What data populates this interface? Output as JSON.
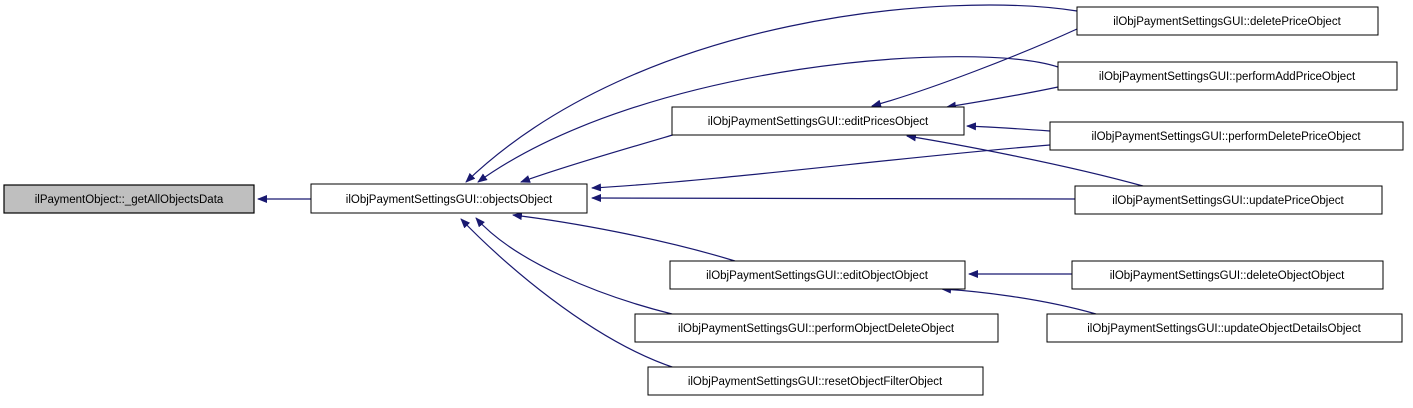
{
  "graph": {
    "type": "caller-graph",
    "colors": {
      "background": "#ffffff",
      "edge": "#191970",
      "node_border": "#000000",
      "node_fill": "#ffffff",
      "current_node_fill": "#bfbfbf"
    },
    "nodes": [
      {
        "id": "getAllObjectsData",
        "label": "ilPaymentObject::_getAllObjectsData",
        "current": true
      },
      {
        "id": "objectsObject",
        "label": "ilObjPaymentSettingsGUI::objectsObject",
        "current": false
      },
      {
        "id": "editPricesObject",
        "label": "ilObjPaymentSettingsGUI::editPricesObject",
        "current": false
      },
      {
        "id": "editObjectObject",
        "label": "ilObjPaymentSettingsGUI::editObjectObject",
        "current": false
      },
      {
        "id": "deletePriceObject",
        "label": "ilObjPaymentSettingsGUI::deletePriceObject",
        "current": false
      },
      {
        "id": "performAddPriceObject",
        "label": "ilObjPaymentSettingsGUI::performAddPriceObject",
        "current": false
      },
      {
        "id": "performDeletePriceObject",
        "label": "ilObjPaymentSettingsGUI::performDeletePriceObject",
        "current": false
      },
      {
        "id": "updatePriceObject",
        "label": "ilObjPaymentSettingsGUI::updatePriceObject",
        "current": false
      },
      {
        "id": "deleteObjectObject",
        "label": "ilObjPaymentSettingsGUI::deleteObjectObject",
        "current": false
      },
      {
        "id": "updateObjectDetailsObject",
        "label": "ilObjPaymentSettingsGUI::updateObjectDetailsObject",
        "current": false
      },
      {
        "id": "performObjectDeleteObject",
        "label": "ilObjPaymentSettingsGUI::performObjectDeleteObject",
        "current": false
      },
      {
        "id": "resetObjectFilterObject",
        "label": "ilObjPaymentSettingsGUI::resetObjectFilterObject",
        "current": false
      }
    ],
    "edges": [
      {
        "from": "objectsObject",
        "to": "getAllObjectsData"
      },
      {
        "from": "editPricesObject",
        "to": "objectsObject"
      },
      {
        "from": "deletePriceObject",
        "to": "objectsObject"
      },
      {
        "from": "performAddPriceObject",
        "to": "objectsObject"
      },
      {
        "from": "performDeletePriceObject",
        "to": "objectsObject"
      },
      {
        "from": "updatePriceObject",
        "to": "objectsObject"
      },
      {
        "from": "editObjectObject",
        "to": "objectsObject"
      },
      {
        "from": "performObjectDeleteObject",
        "to": "objectsObject"
      },
      {
        "from": "resetObjectFilterObject",
        "to": "objectsObject"
      },
      {
        "from": "deletePriceObject",
        "to": "editPricesObject"
      },
      {
        "from": "performAddPriceObject",
        "to": "editPricesObject"
      },
      {
        "from": "performDeletePriceObject",
        "to": "editPricesObject"
      },
      {
        "from": "updatePriceObject",
        "to": "editPricesObject"
      },
      {
        "from": "deleteObjectObject",
        "to": "editObjectObject"
      },
      {
        "from": "updateObjectDetailsObject",
        "to": "editObjectObject"
      }
    ]
  }
}
